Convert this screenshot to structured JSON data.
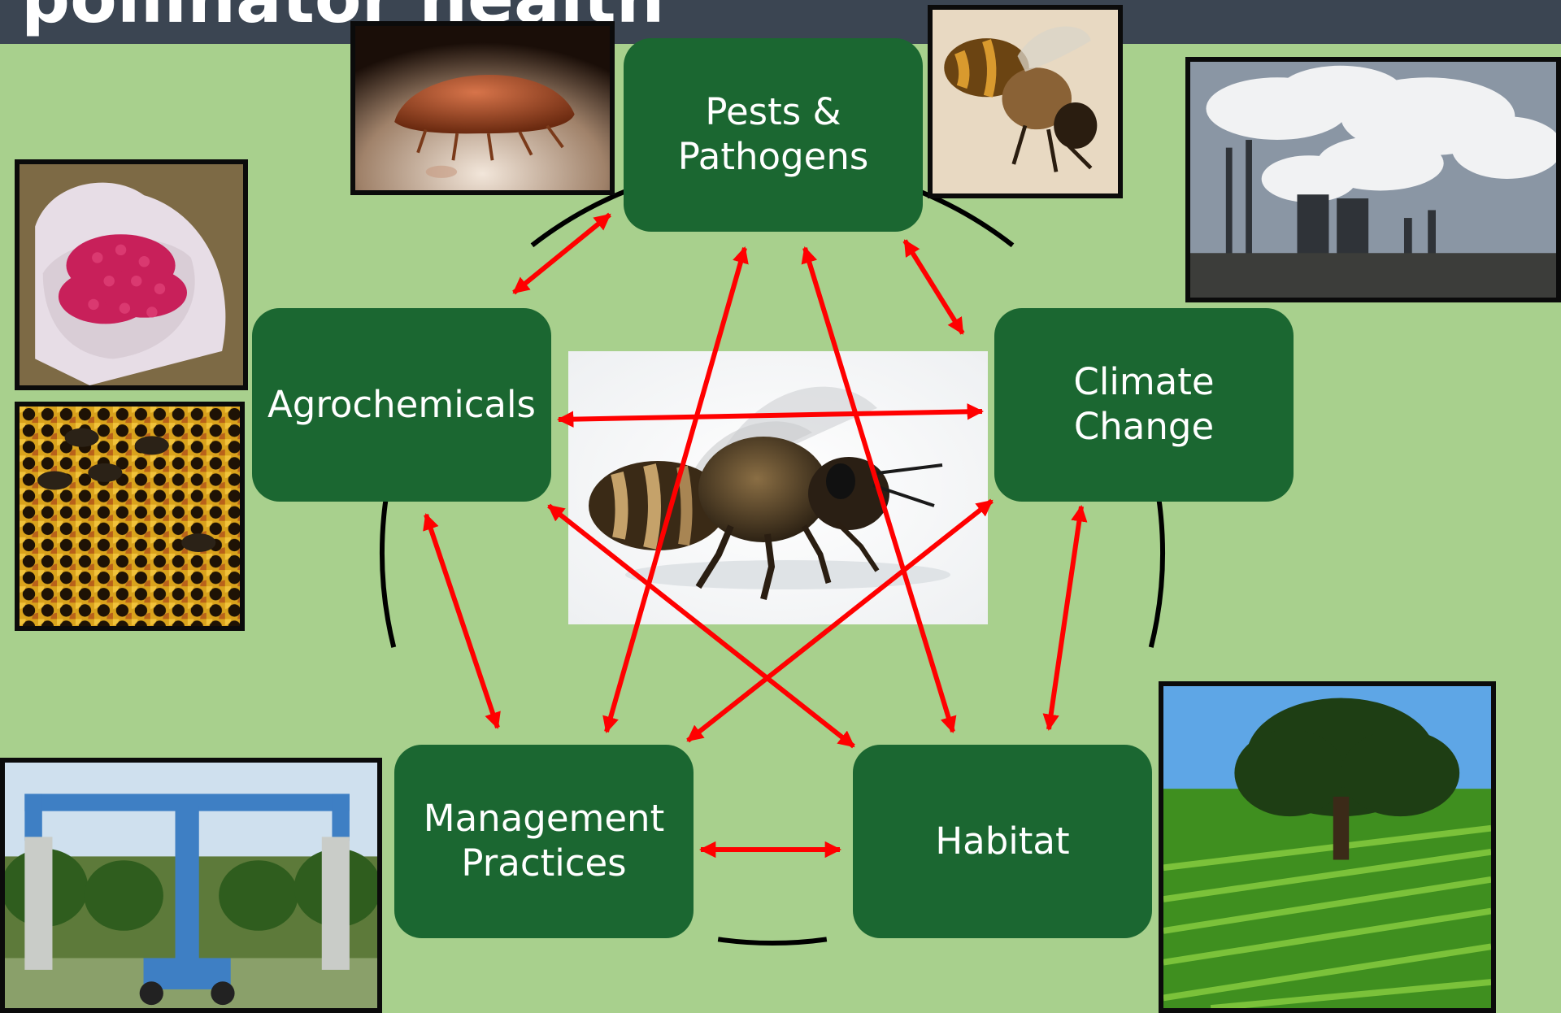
{
  "slide": {
    "title": "pollinator health"
  },
  "nodes": {
    "pests": {
      "line1": "Pests &",
      "line2": "Pathogens"
    },
    "agro": {
      "line1": "Agrochemicals"
    },
    "climate": {
      "line1": "Climate",
      "line2": "Change"
    },
    "management": {
      "line1": "Management",
      "line2": "Practices"
    },
    "habitat": {
      "line1": "Habitat"
    }
  },
  "colors": {
    "background": "#a8d08d",
    "title_bar": "#3b4552",
    "node_fill": "#1b6731",
    "arrow": "#ff0000",
    "ring": "#000000"
  },
  "images": {
    "top_left": "varroa-mite-photo",
    "top_center_right": "honey-bee-photo",
    "top_right": "smokestacks-photo",
    "left_upper": "pesticide-pellets-in-hand-photo",
    "left_lower": "bees-on-honeycomb-photo",
    "bottom_left": "vineyard-sprayer-photo",
    "bottom_right": "tree-and-vineyard-photo",
    "center": "honey-bee-closeup-photo"
  }
}
